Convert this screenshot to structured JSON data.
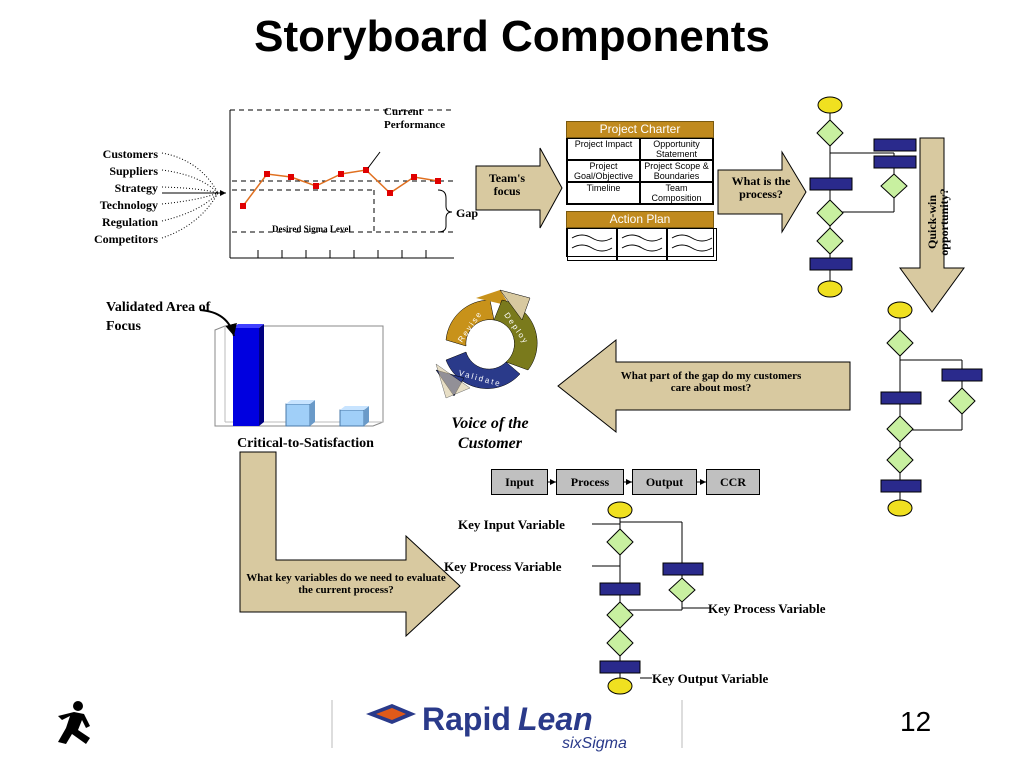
{
  "slide": {
    "title": "Storyboard Components",
    "page_number": "12"
  },
  "voc_sources": [
    "Customers",
    "Suppliers",
    "Strategy",
    "Technology",
    "Regulation",
    "Competitors"
  ],
  "performance_chart": {
    "current_performance_label": "Current Performance",
    "desired_level_label": "Desired Sigma Level",
    "gap_label": "Gap"
  },
  "teams_focus_label": "Team's focus",
  "project_charter": {
    "header": "Project Charter",
    "cells": [
      "Project Impact",
      "Opportunity Statement",
      "Project Goal/Objective",
      "Project Scope & Boundaries",
      "Timeline",
      "Team Composition"
    ]
  },
  "action_plan": {
    "header": "Action Plan"
  },
  "what_is_process_label": "What is the process?",
  "quick_win_label": "Quick-win opportunity?",
  "ctq_chart": {
    "validated_label": "Validated Area of Focus",
    "axis_label": "Critical-to-Satisfaction"
  },
  "cycle": {
    "revise": "Revise",
    "deploy": "Deploy",
    "validate": "Validate",
    "caption": "Voice of the Customer"
  },
  "gap_question": "What part of the gap do my customers care about most?",
  "variables_question": "What key variables do we need to evaluate the current process?",
  "ipo_steps": [
    "Input",
    "Process",
    "Output",
    "CCR"
  ],
  "key_variables": {
    "input": "Key Input Variable",
    "process_left": "Key Process Variable",
    "process_right": "Key Process Variable",
    "output": "Key Output Variable"
  },
  "logo": {
    "brand": "RapidLean",
    "sub": "sixSigma"
  },
  "colors": {
    "arrow_fill": "#d8c9a0",
    "charter_header": "#c08a1e",
    "flow_diamond": "#c8f0a0",
    "flow_terminal": "#f0e020",
    "flow_process": "#2a2a8c",
    "cycle_gold": "#c8921a",
    "cycle_olive": "#7a7a1c",
    "cycle_navy": "#2a3a8a",
    "bar_primary": "#0000e0",
    "bar_light": "#a0cff8"
  }
}
